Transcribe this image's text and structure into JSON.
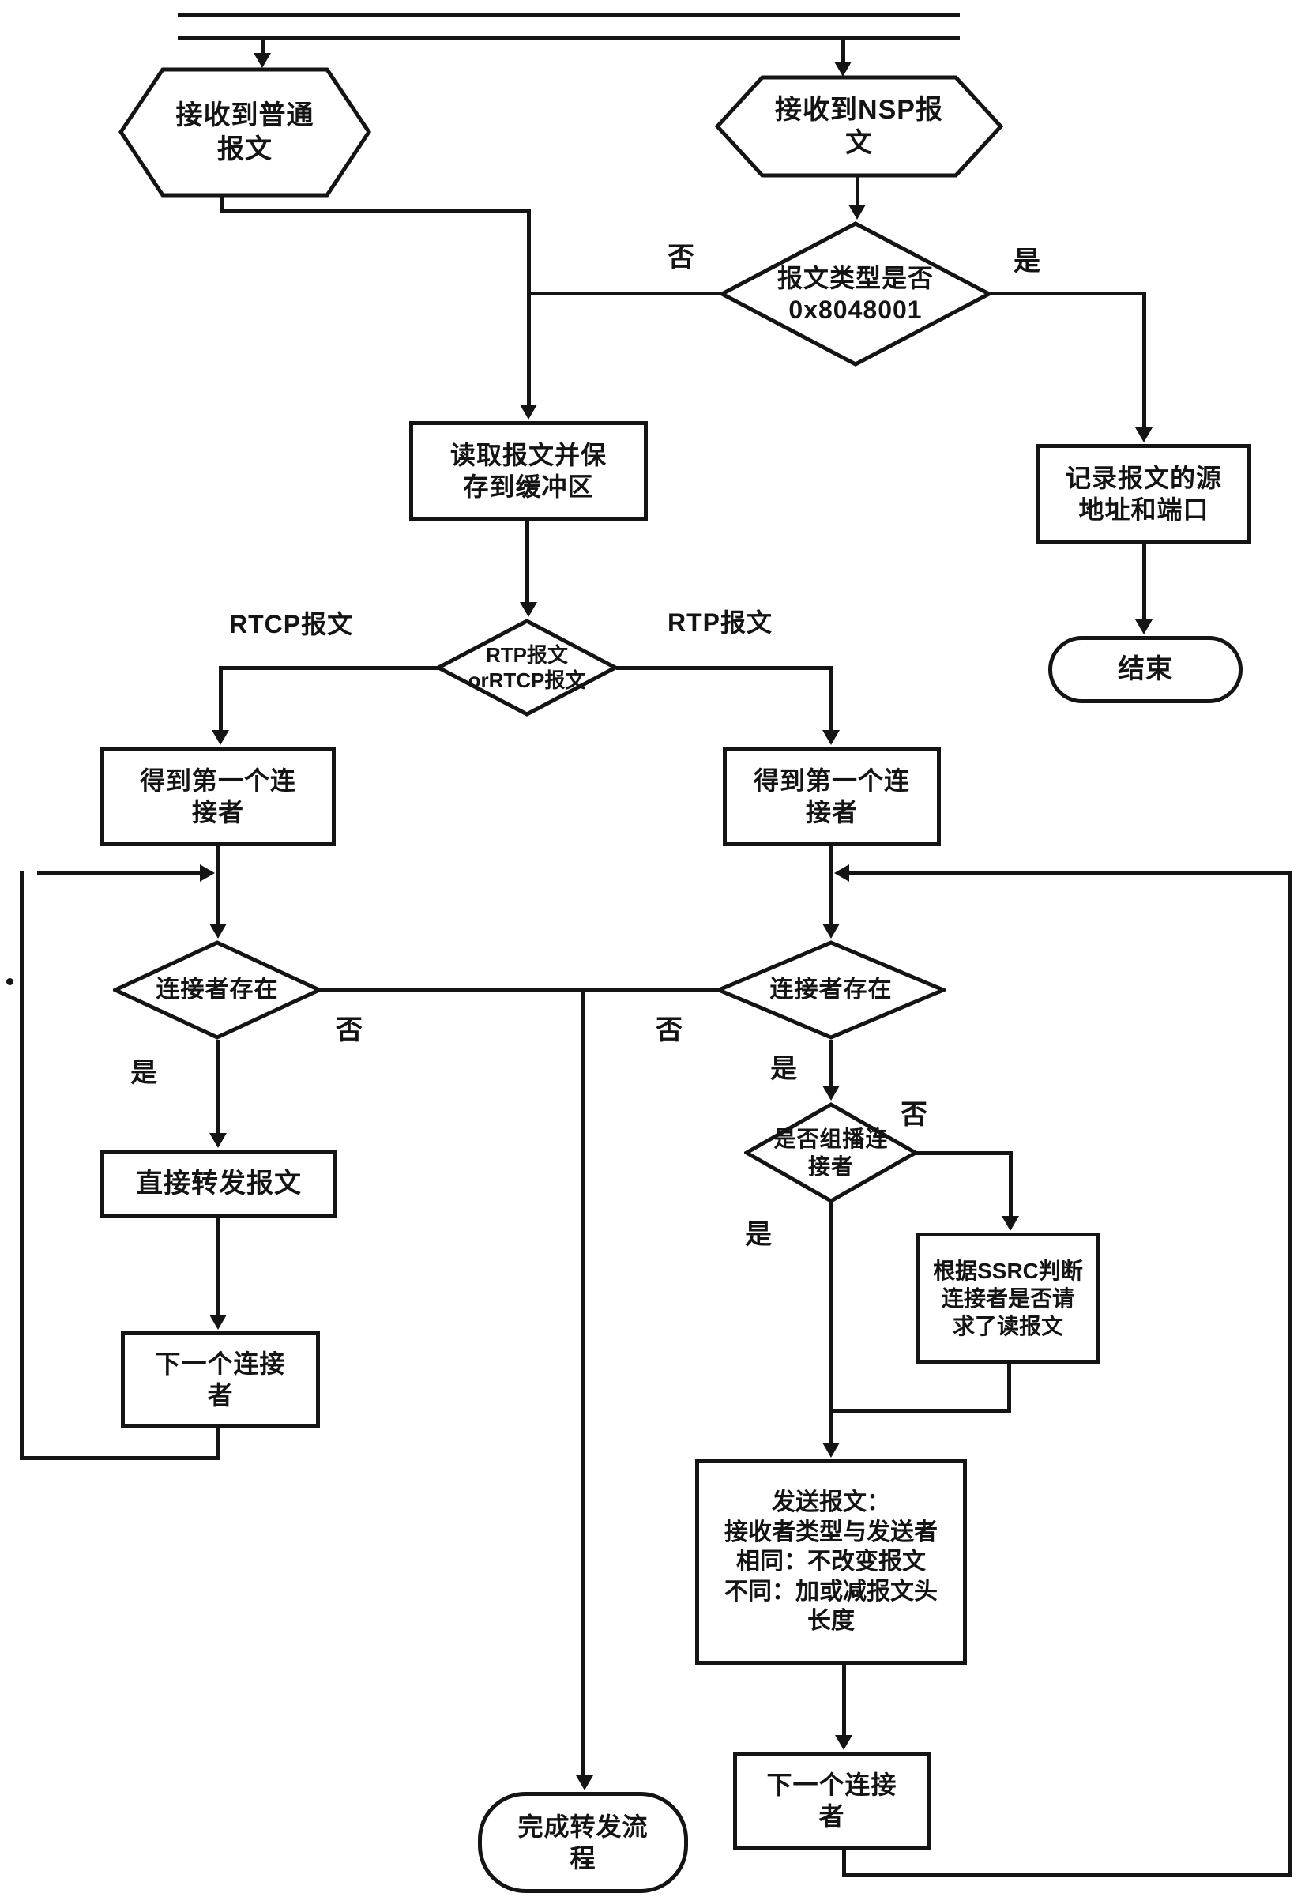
{
  "colors": {
    "line": "#141414",
    "background": "#ffffff"
  },
  "nodes": {
    "receive_normal": {
      "text": "接收到普通\n报文"
    },
    "receive_nsp": {
      "text": "接收到NSP报\n文"
    },
    "check_type": {
      "text": "报文类型是否\n0x8048001"
    },
    "record_source": {
      "text": "记录报文的源\n地址和端口"
    },
    "end": {
      "text": "结束"
    },
    "read_buffer": {
      "text": "读取报文并保\n存到缓冲区"
    },
    "rtp_or_rtcp": {
      "text": "RTP报文\norRTCP报文"
    },
    "get_first_rtcp": {
      "text": "得到第一个连\n接者"
    },
    "get_first_rtp": {
      "text": "得到第一个连\n接者"
    },
    "connector_exists_rtcp": {
      "text": "连接者存在"
    },
    "connector_exists_rtp": {
      "text": "连接者存在"
    },
    "forward_direct": {
      "text": "直接转发报文"
    },
    "next_connector_rtcp": {
      "text": "下一个连接\n者"
    },
    "is_multicast": {
      "text": "是否组播连\n接者"
    },
    "ssrc_check": {
      "text": "根据SSRC判断\n连接者是否请\n求了读报文"
    },
    "send_packet": {
      "text": "发送报文：\n接收者类型与发送者\n相同：不改变报文\n不同：加或减报文头\n长度"
    },
    "next_connector_rtp": {
      "text": "下一个连接\n者"
    },
    "finish": {
      "text": "完成转发流\n程"
    }
  },
  "edge_labels": {
    "type_no": "否",
    "type_yes": "是",
    "rtcp_branch": "RTCP报文",
    "rtp_branch": "RTP报文",
    "exists_rtcp_yes": "是",
    "exists_rtcp_no": "否",
    "exists_rtp_no": "否",
    "exists_rtp_yes": "是",
    "multicast_no": "否",
    "multicast_yes": "是"
  }
}
